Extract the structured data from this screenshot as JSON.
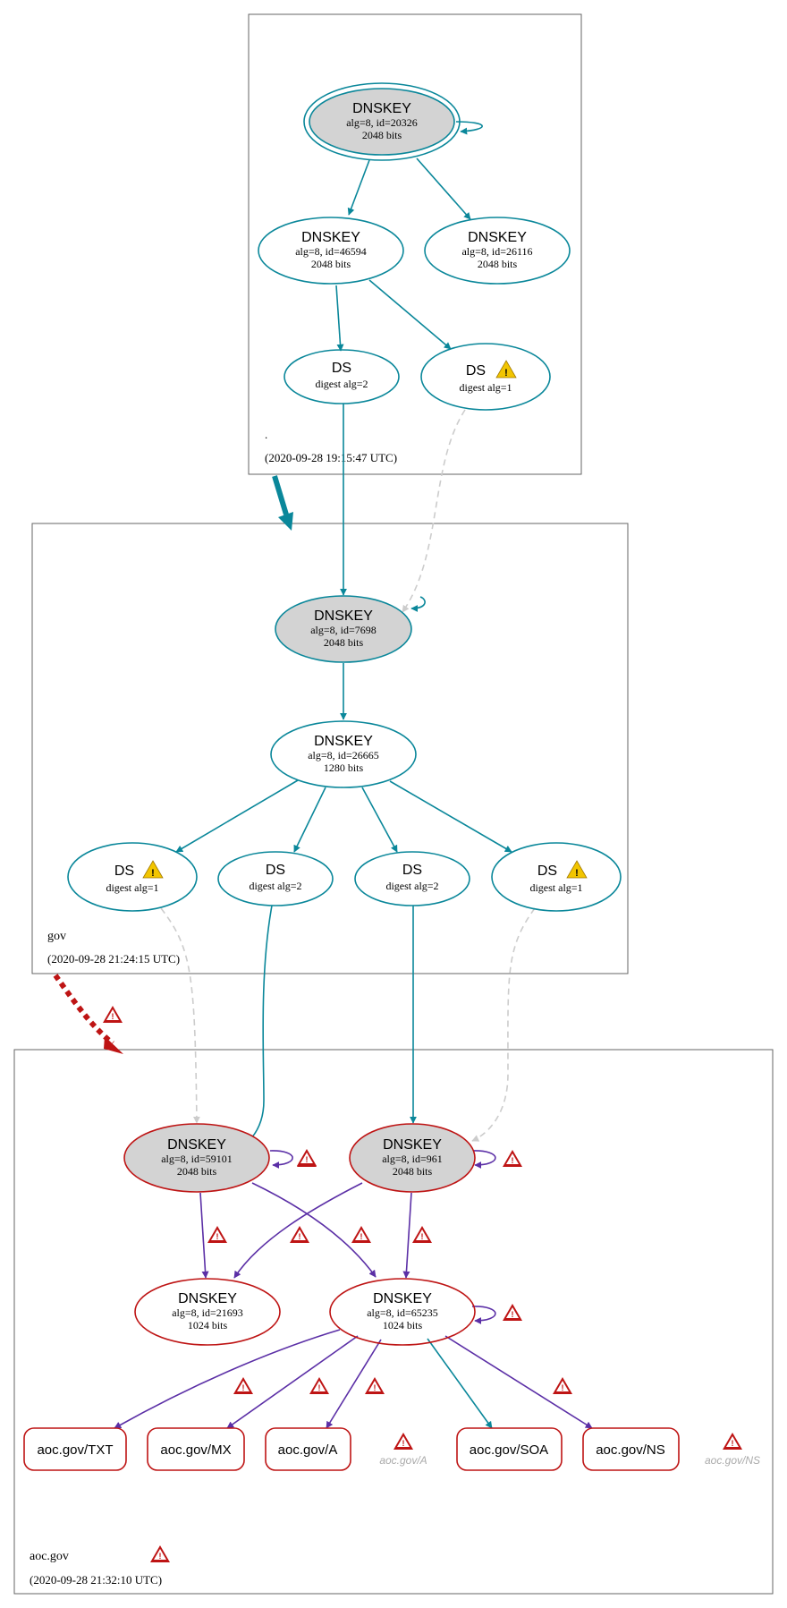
{
  "zones": {
    "root": {
      "name": ".",
      "timestamp": "(2020-09-28 19:15:47 UTC)"
    },
    "gov": {
      "name": "gov",
      "timestamp": "(2020-09-28 21:24:15 UTC)"
    },
    "aoc": {
      "name": "aoc.gov",
      "timestamp": "(2020-09-28 21:32:10 UTC)"
    }
  },
  "nodes": {
    "root_ksk": {
      "title": "DNSKEY",
      "line1": "alg=8, id=20326",
      "line2": "2048 bits"
    },
    "root_zsk1": {
      "title": "DNSKEY",
      "line1": "alg=8, id=46594",
      "line2": "2048 bits"
    },
    "root_zsk2": {
      "title": "DNSKEY",
      "line1": "alg=8, id=26116",
      "line2": "2048 bits"
    },
    "root_ds2": {
      "title": "DS",
      "line1": "digest alg=2"
    },
    "root_ds1": {
      "title": "DS",
      "line1": "digest alg=1"
    },
    "gov_ksk": {
      "title": "DNSKEY",
      "line1": "alg=8, id=7698",
      "line2": "2048 bits"
    },
    "gov_zsk": {
      "title": "DNSKEY",
      "line1": "alg=8, id=26665",
      "line2": "1280 bits"
    },
    "gov_ds_a": {
      "title": "DS",
      "line1": "digest alg=1"
    },
    "gov_ds_b": {
      "title": "DS",
      "line1": "digest alg=2"
    },
    "gov_ds_c": {
      "title": "DS",
      "line1": "digest alg=2"
    },
    "gov_ds_d": {
      "title": "DS",
      "line1": "digest alg=1"
    },
    "aoc_ksk1": {
      "title": "DNSKEY",
      "line1": "alg=8, id=59101",
      "line2": "2048 bits"
    },
    "aoc_ksk2": {
      "title": "DNSKEY",
      "line1": "alg=8, id=961",
      "line2": "2048 bits"
    },
    "aoc_zsk1": {
      "title": "DNSKEY",
      "line1": "alg=8, id=21693",
      "line2": "1024 bits"
    },
    "aoc_zsk2": {
      "title": "DNSKEY",
      "line1": "alg=8, id=65235",
      "line2": "1024 bits"
    }
  },
  "rrsets": {
    "txt": "aoc.gov/TXT",
    "mx": "aoc.gov/MX",
    "a": "aoc.gov/A",
    "soa": "aoc.gov/SOA",
    "ns": "aoc.gov/NS"
  },
  "nonexistent": {
    "a": "aoc.gov/A",
    "ns": "aoc.gov/NS"
  },
  "colors": {
    "teal": "#0a879a",
    "purple": "#5b2fa6",
    "red": "#be1414",
    "gray_fill": "#d3d3d3",
    "dashed_gray": "#cccccc",
    "zone_border": "#666666"
  }
}
